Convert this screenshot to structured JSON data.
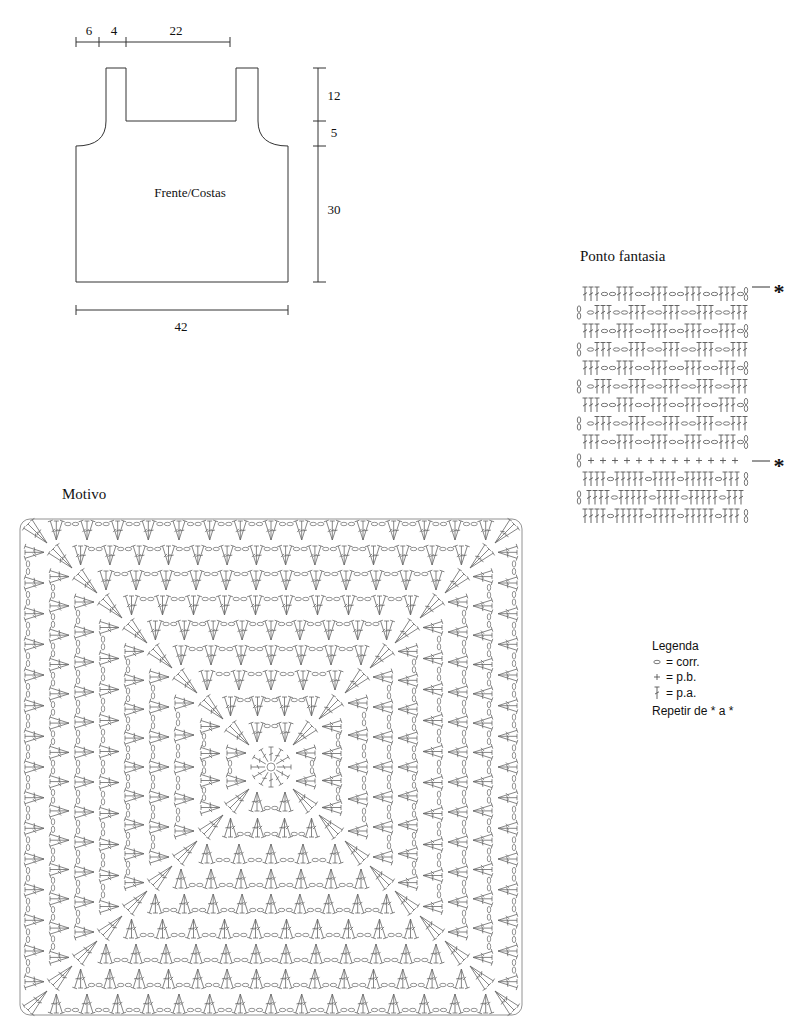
{
  "diagram": {
    "nodes": [
      {
        "text": [
          "Frente/Costas"
        ]
      }
    ],
    "labels": [
      "6",
      "4",
      "22",
      "12",
      "5",
      "30",
      "42",
      "Ponto fantasia",
      "*",
      "*",
      "Motivo",
      "Legenda",
      "Repetir de * a *"
    ],
    "legend": [
      {
        "text": "= corr."
      },
      {
        "text": "= p.b."
      },
      {
        "text": "= p.a."
      }
    ]
  }
}
